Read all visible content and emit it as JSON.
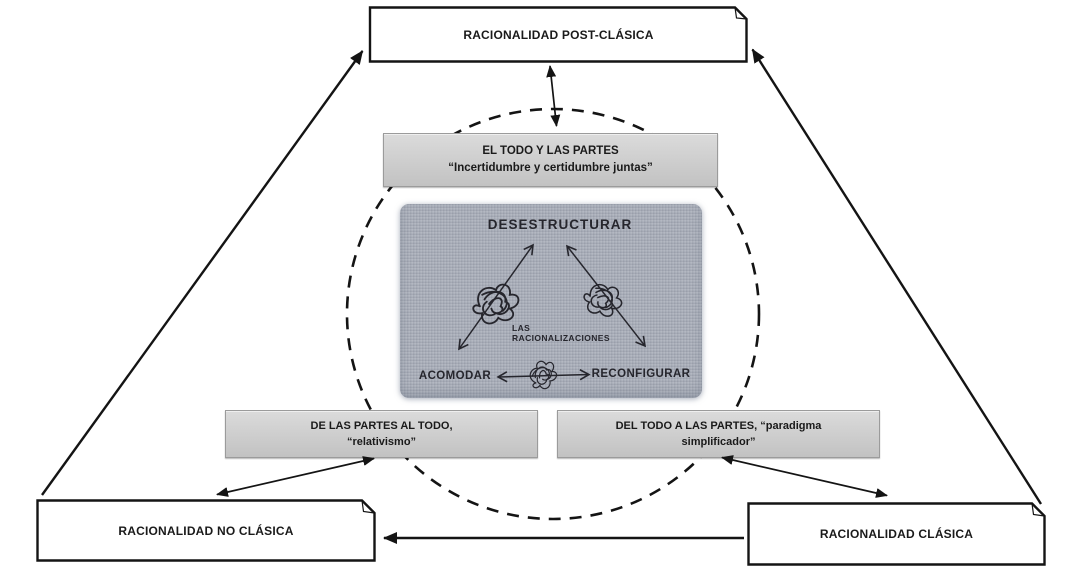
{
  "diagram": {
    "nodes": {
      "post_classic": {
        "label": "RACIONALIDAD POST-CLÁSICA"
      },
      "non_classic": {
        "label": "RACIONALIDAD NO CLÁSICA"
      },
      "classic": {
        "label": "RACIONALIDAD CLÁSICA"
      },
      "whole_and_parts": {
        "line1": "EL TODO Y LAS PARTES",
        "line2": "“Incertidumbre y certidumbre juntas”"
      },
      "parts_to_whole": {
        "line1": "DE LAS PARTES AL TODO,",
        "line2": "“relativismo”"
      },
      "whole_to_parts": {
        "line1": "DEL TODO A LAS PARTES, “paradigma",
        "line2": "simplificador”"
      }
    },
    "center_image": {
      "top_label": "DESESTRUCTURAR",
      "center_label_line1": "LAS",
      "center_label_line2": "RACIONALIZACIONES",
      "left_label": "ACOMODAR",
      "right_label": "RECONFIGURAR"
    },
    "colors": {
      "line": "#141414",
      "box-fill": "#ffffff",
      "gray-top": "#dbdbdb",
      "gray-bottom": "#c2c2c2",
      "gray-border": "#9b9b9b",
      "image-bg": "#a9aeb9",
      "ink": "#26262d",
      "text": "#1a1a1a"
    }
  }
}
